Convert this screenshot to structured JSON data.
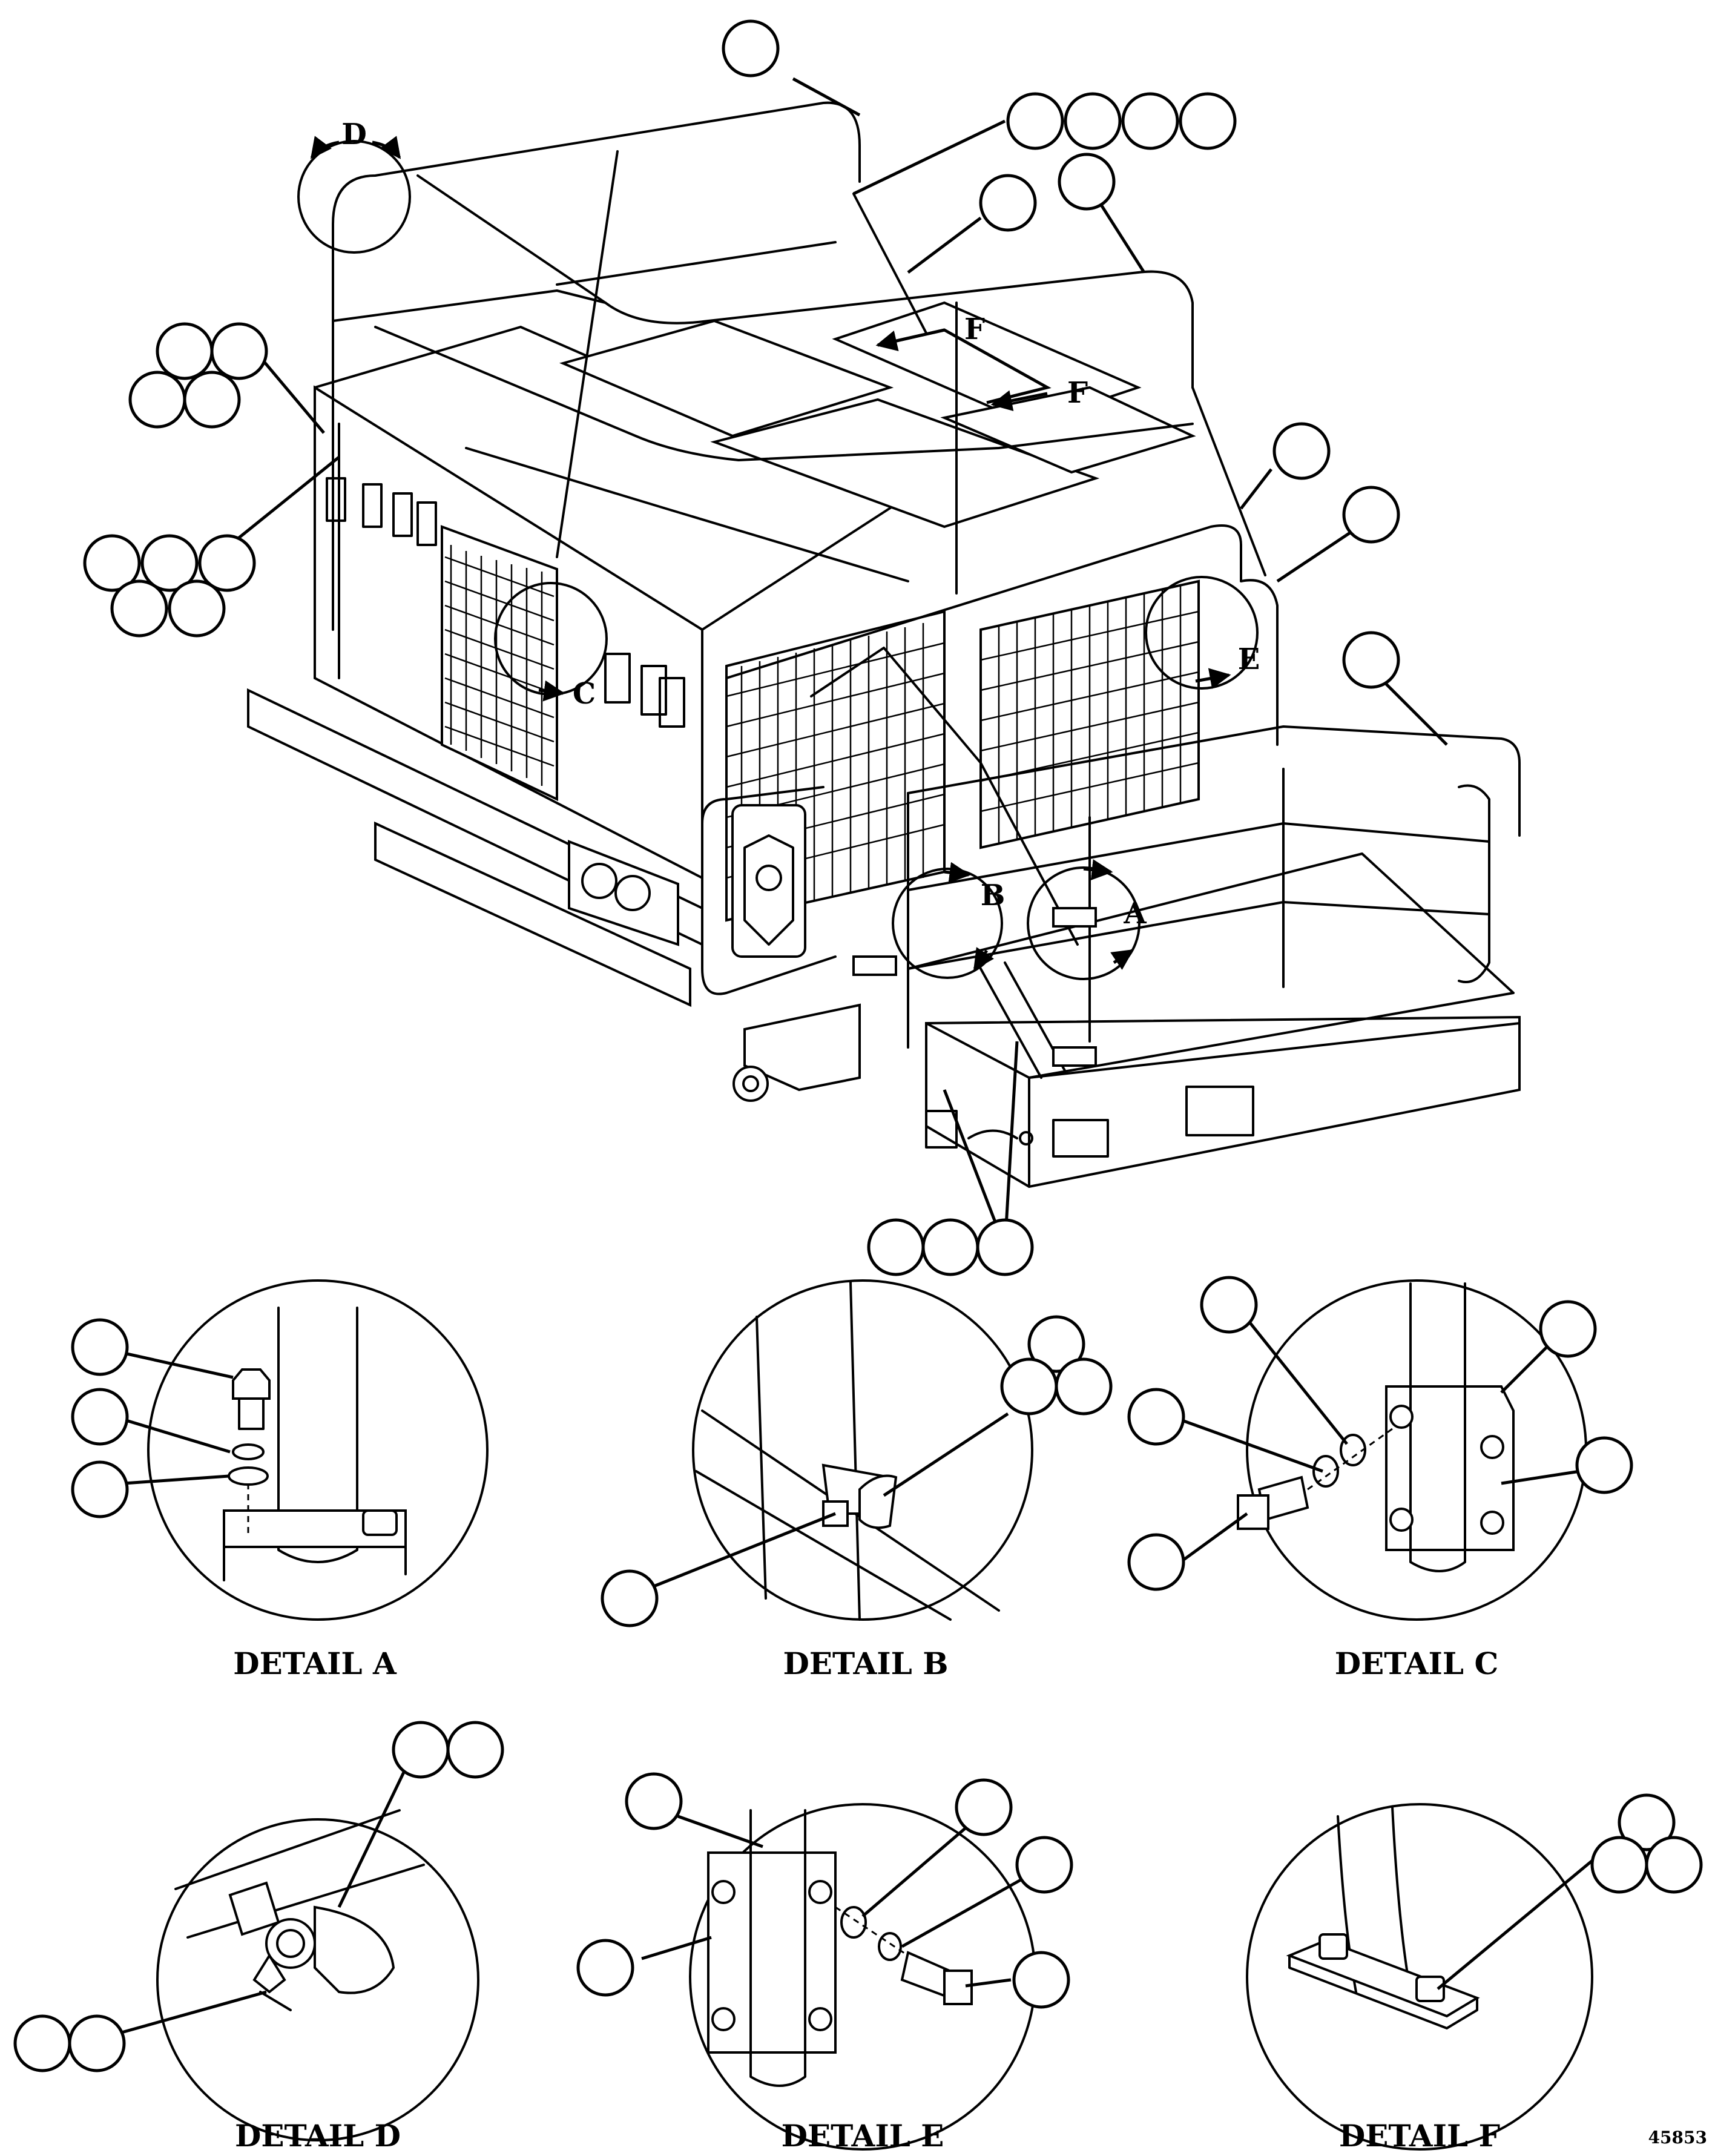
{
  "callouts": {
    "main_A": "A",
    "main_B": "B",
    "main_C": "C",
    "main_D": "D",
    "main_E": "E",
    "main_F1": "F",
    "main_F2": "F"
  },
  "details": [
    {
      "id": "A",
      "label": "DETAIL A"
    },
    {
      "id": "B",
      "label": "DETAIL B"
    },
    {
      "id": "C",
      "label": "DETAIL C"
    },
    {
      "id": "D",
      "label": "DETAIL D"
    },
    {
      "id": "E",
      "label": "DETAIL E"
    },
    {
      "id": "F",
      "label": "DETAIL F"
    }
  ],
  "drawing_number": "45853"
}
